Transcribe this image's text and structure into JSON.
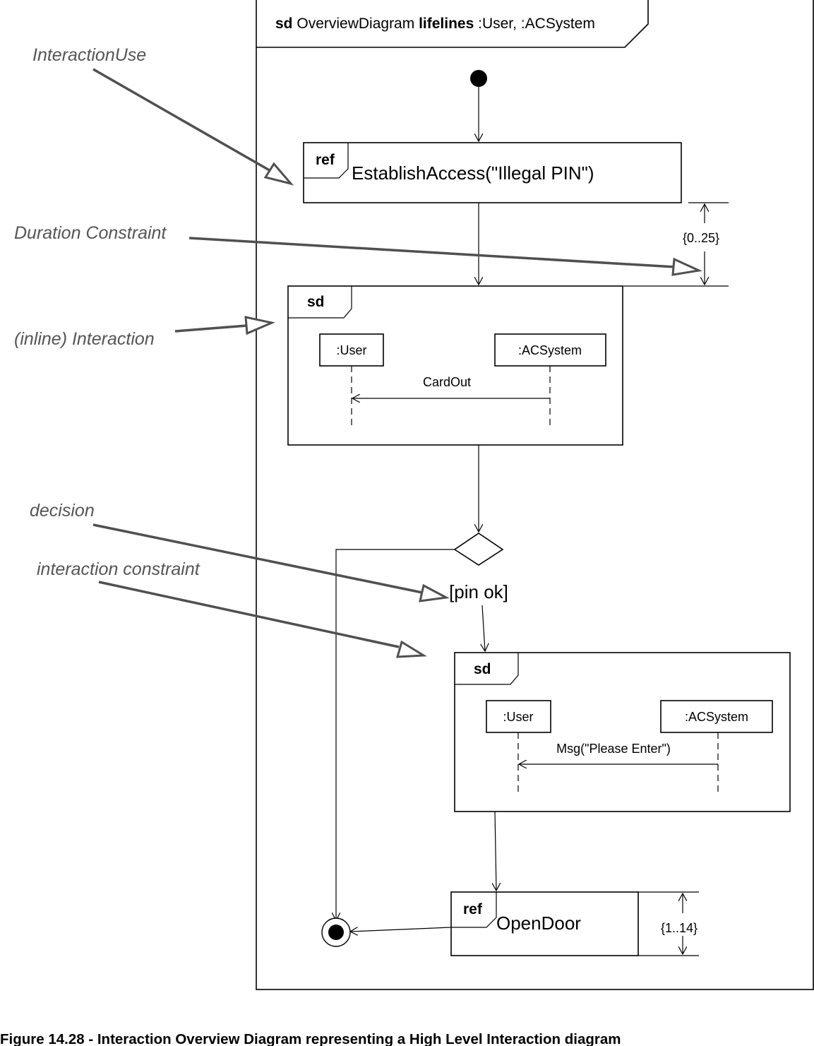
{
  "frame": {
    "keyword": "sd",
    "name": "OverviewDiagram",
    "lifelines_keyword": "lifelines",
    "lifelines": ":User, :ACSystem"
  },
  "ref1": {
    "keyword": "ref",
    "label": "EstablishAccess(\"Illegal PIN\")"
  },
  "duration1": "{0..25}",
  "sd1": {
    "keyword": "sd",
    "lifeline_a": ":User",
    "lifeline_b": ":ACSystem",
    "message": "CardOut"
  },
  "guard": "[pin ok]",
  "sd2": {
    "keyword": "sd",
    "lifeline_a": ":User",
    "lifeline_b": ":ACSystem",
    "message": "Msg(\"Please Enter\")"
  },
  "ref2": {
    "keyword": "ref",
    "label": "OpenDoor"
  },
  "duration2": "{1..14}",
  "annotations": {
    "interaction_use": "InteractionUse",
    "duration_constraint": "Duration Constraint",
    "inline_interaction": "(inline) Interaction",
    "decision": "decision",
    "interaction_constraint": "interaction constraint"
  },
  "caption": "Figure 14.28 - Interaction Overview Diagram representing a High Level Interaction diagram"
}
